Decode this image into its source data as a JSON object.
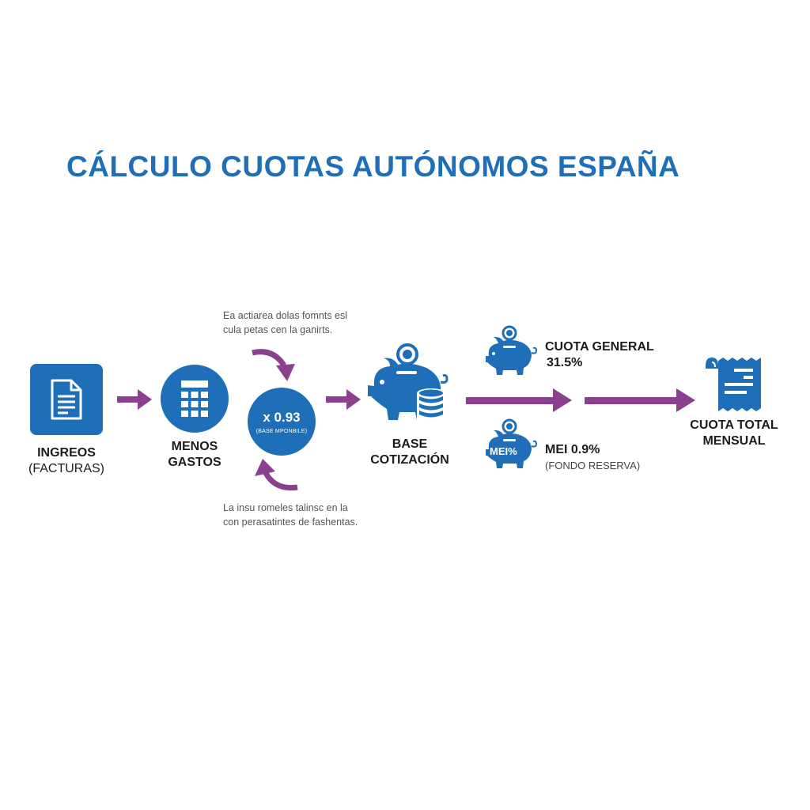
{
  "title": "CÁLCULO CUOTAS AUTÓNOMOS ESPAÑA",
  "colors": {
    "primary_blue": "#1f6fb8",
    "arrow_purple": "#8a3f8f",
    "text_dark": "#1c1c1c",
    "note_gray": "#555555"
  },
  "nodes": {
    "ingresos": {
      "icon": "document-icon",
      "line1": "INGREOS",
      "line2": "(FACTURAS)"
    },
    "gastos": {
      "icon": "calculator-icon",
      "line1": "MENOS",
      "line2": "GASTOS"
    },
    "multiplier": {
      "value": "x 0.93",
      "sub": "(BASE MPONBILE)"
    },
    "base": {
      "icon": "piggy-bank-coins-icon",
      "line1": "BASE",
      "line2": "COTIZACIÓN"
    },
    "cuota_general": {
      "icon": "piggy-bank-icon",
      "line1": "CUOTA GENERAL",
      "line2": "31.5%"
    },
    "mei": {
      "icon": "piggy-bank-mei-icon",
      "badge": "MEI%",
      "line1": "MEI 0.9%",
      "line2": "(FONDO RESERVA)"
    },
    "total": {
      "icon": "receipt-icon",
      "line1": "CUOTA TOTAL",
      "line2": "MENSUAL"
    }
  },
  "notes": {
    "top": {
      "line1": "Ea actiarea dolas fomnts esl",
      "line2": "cula petas cen la ganirts."
    },
    "bottom": {
      "line1": "La insu romeles talinsc en la",
      "line2": "con perasatintes de fashentas."
    }
  }
}
